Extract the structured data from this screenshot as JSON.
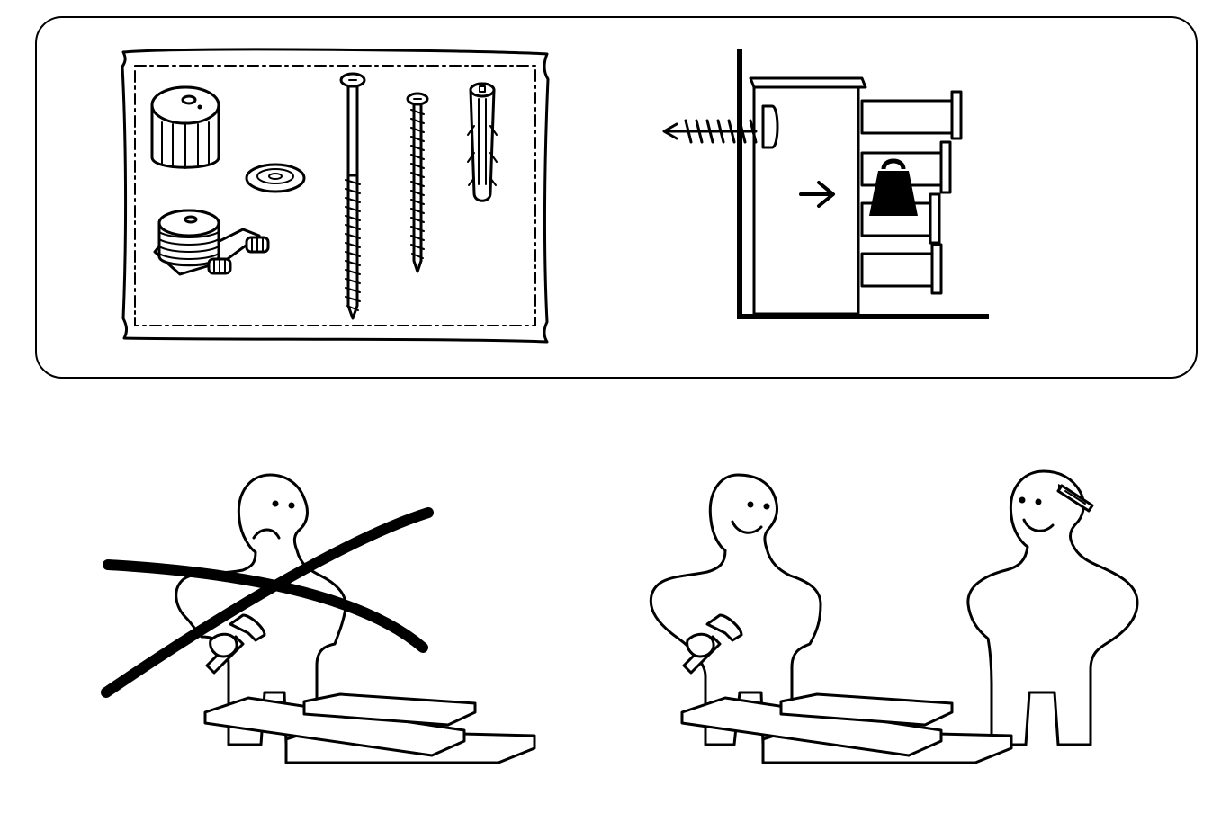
{
  "document": {
    "panels": [
      {
        "name": "wall-anchoring-panel",
        "illustrations": [
          {
            "name": "hardware-bag",
            "items": [
              "leveling-foot-icon",
              "washer-icon",
              "bracket-foot-icon",
              "long-screw-icon",
              "short-screw-icon",
              "wall-plug-icon"
            ]
          },
          {
            "name": "wall-attached-drawer-unit",
            "items": [
              "wall-screw-icon",
              "arrow-right-icon",
              "weight-icon"
            ]
          }
        ]
      },
      {
        "name": "assembly-help-panel",
        "illustrations": [
          {
            "name": "person-alone-crossed-out",
            "items": [
              "sad-person-icon",
              "hammer-icon",
              "cross-out-icon",
              "boards-icon"
            ]
          },
          {
            "name": "two-persons-together",
            "items": [
              "happy-person-icon",
              "hammer-icon",
              "happy-person-with-pencil-icon",
              "boards-icon"
            ]
          }
        ]
      }
    ]
  }
}
